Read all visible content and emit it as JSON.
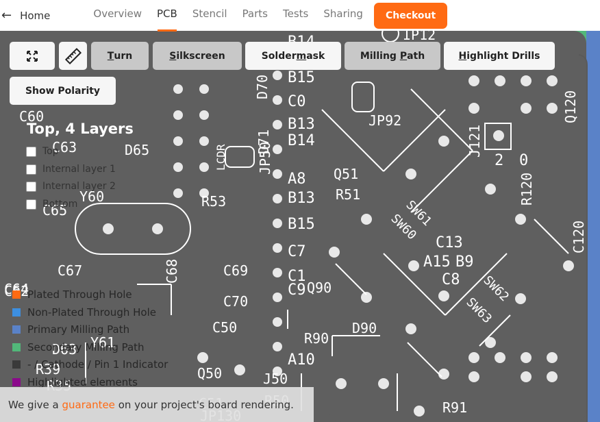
{
  "nav": {
    "home_label": "Home",
    "tabs": [
      "Overview",
      "PCB",
      "Stencil",
      "Parts",
      "Tests",
      "Sharing"
    ],
    "active_tab": "PCB",
    "checkout_label": "Checkout"
  },
  "toolbar": {
    "fit_icon": "expand-icon",
    "measure_icon": "ruler-icon",
    "turn": {
      "pre": "",
      "key": "T",
      "post": "urn"
    },
    "silkscreen": {
      "pre": "",
      "key": "S",
      "post": "ilkscreen"
    },
    "soldermask": {
      "pre": "Solder",
      "key": "m",
      "post": "ask"
    },
    "milling": {
      "pre": "Milling ",
      "key": "P",
      "post": "ath"
    },
    "drills": {
      "pre": "",
      "key": "H",
      "post": "ighlight Drills"
    },
    "polarity_label": "Show Polarity"
  },
  "layers": {
    "title": "Top, 4 Layers",
    "items": [
      "Top",
      "Internal layer 1",
      "Internal layer 2",
      "Bottom"
    ]
  },
  "legend": [
    {
      "label": "Plated Through Hole",
      "color": "#ff6a13"
    },
    {
      "label": "Non-Plated Through Hole",
      "color": "#3d8fe0"
    },
    {
      "label": "Primary Milling Path",
      "color": "#5a82c8"
    },
    {
      "label": "Secondary Milling Path",
      "color": "#52b87a"
    },
    {
      "label": "- / Cathode / Pin 1 Indicator",
      "color": "#3a3a3a"
    },
    {
      "label": "Highlighted elements",
      "color": "#8b0a8b"
    }
  ],
  "guarantee": {
    "pre": "We give a ",
    "link": "guarantee",
    "post": " on your project's board rendering."
  },
  "silk_labels": [
    "B14",
    "B15",
    "C0",
    "B13",
    "B14",
    "A8",
    "B13",
    "B15",
    "C7",
    "C1",
    "C9",
    "A10",
    "D70",
    "D71",
    "JP50",
    "JP92",
    "Q51",
    "R51",
    "Q120",
    "J121",
    "2",
    "0",
    "R120",
    "C120",
    "C13",
    "A15",
    "B9",
    "C8",
    "SW61",
    "SW60",
    "SW62",
    "SW63",
    "C60",
    "C63",
    "D65",
    "Y60",
    "R53",
    "C65",
    "C67",
    "C68",
    "C69",
    "C70",
    "C62",
    "C50",
    "Q90",
    "R90",
    "D90",
    "Y61",
    "R39",
    "R35",
    "J50",
    "Q50",
    "C51",
    "R50",
    "JP130",
    "R91",
    "IP12",
    "C64",
    "D63",
    "LCDR"
  ]
}
